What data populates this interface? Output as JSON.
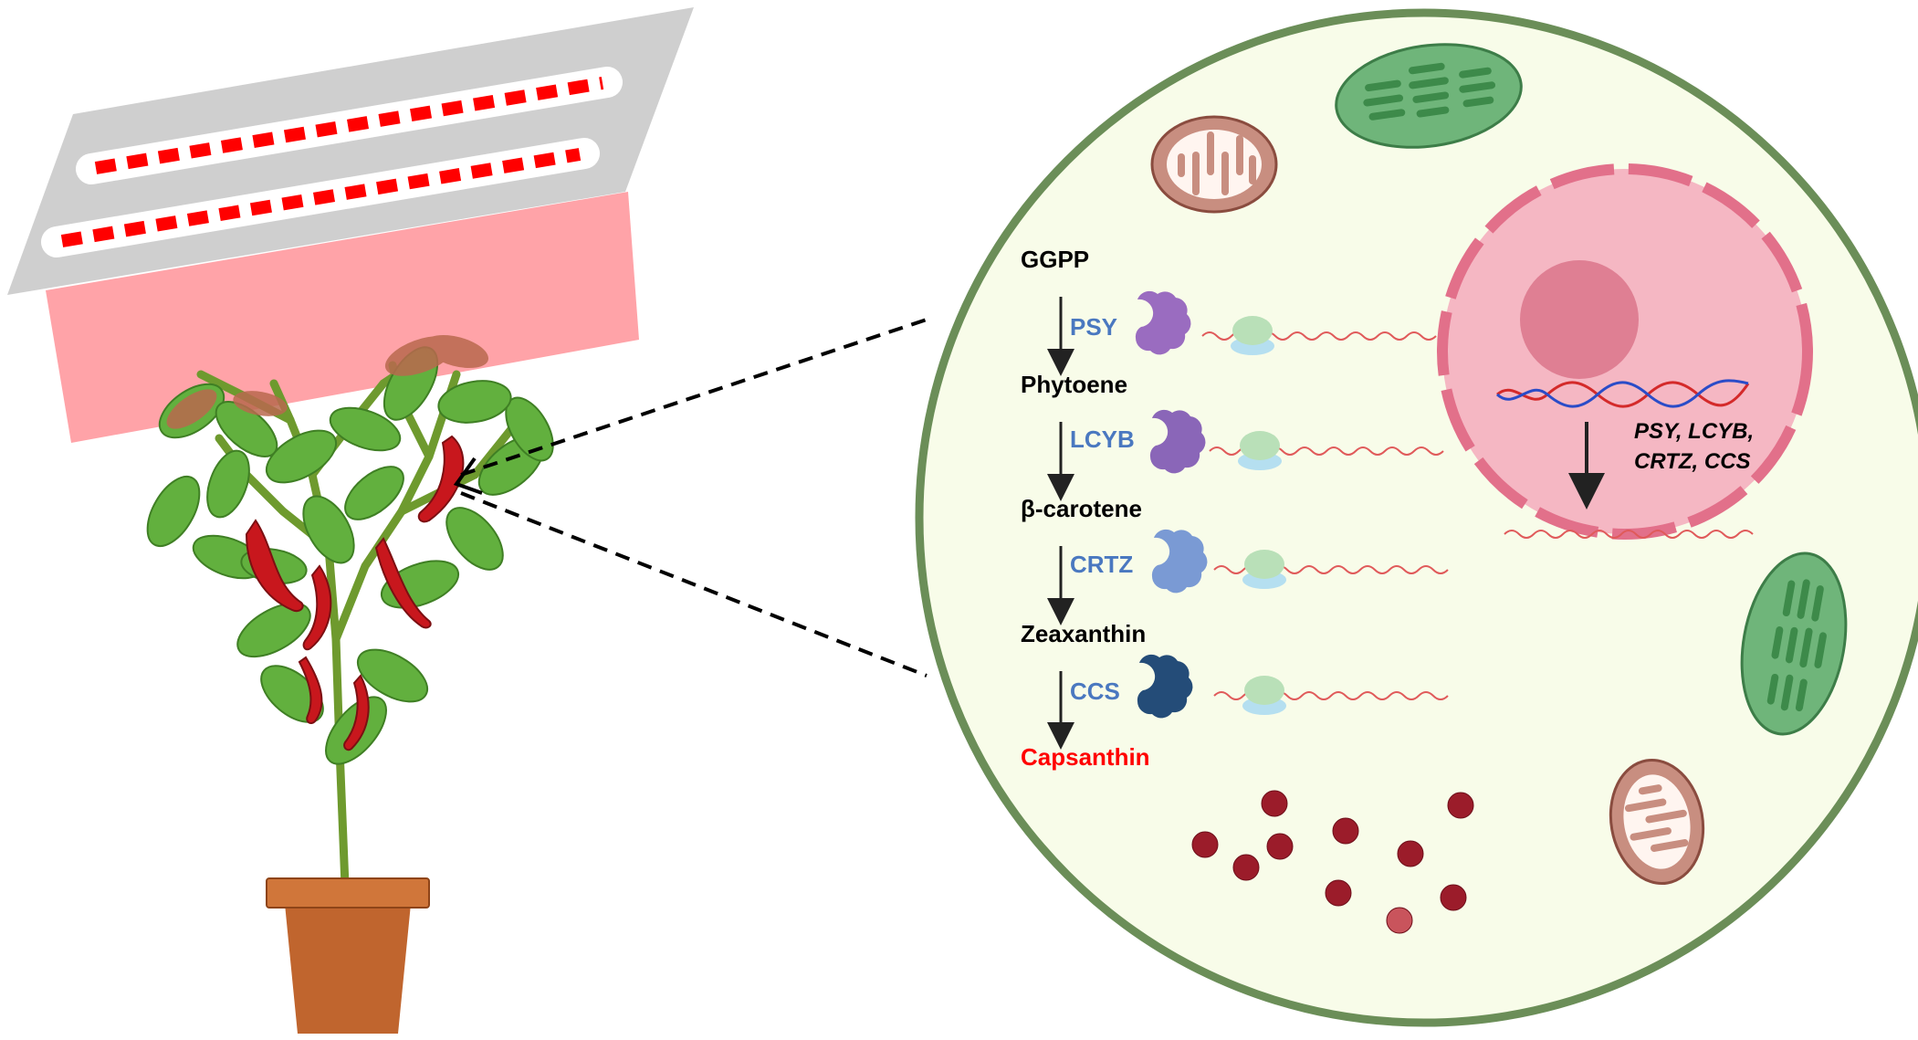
{
  "pathway": {
    "metabolites": [
      "GGPP",
      "Phytoene",
      "β-carotene",
      "Zeaxanthin",
      "Capsanthin"
    ],
    "enzymes": [
      "PSY",
      "LCYB",
      "CRTZ",
      "CCS"
    ]
  },
  "nucleus": {
    "gene_line1": "PSY, LCYB,",
    "gene_line2": "CRTZ, CCS"
  },
  "colors": {
    "metabolite_text": "#000000",
    "final_product_text": "#ff0000",
    "enzyme_text": "#4a78c0",
    "led_red": "#ff0000",
    "light_beam": "#ff9ea3",
    "cell_fill": "#f8fce9",
    "cell_border": "#6b8e58",
    "nucleus_fill": "#f5b7c3",
    "pot": "#c0652e",
    "leaf": "#62b03e",
    "pepper": "#c8171d"
  },
  "icons": {
    "enzymes": [
      "protein-enzyme-icon"
    ],
    "mrna": "mrna-ribosome-icon",
    "dna": "dna-helix-icon",
    "organelles": [
      "mitochondrion-icon",
      "chloroplast-icon"
    ],
    "granules": "carotenoid-granule-icon",
    "lamp": "led-grow-light-icon",
    "plant": "pepper-plant-icon"
  }
}
